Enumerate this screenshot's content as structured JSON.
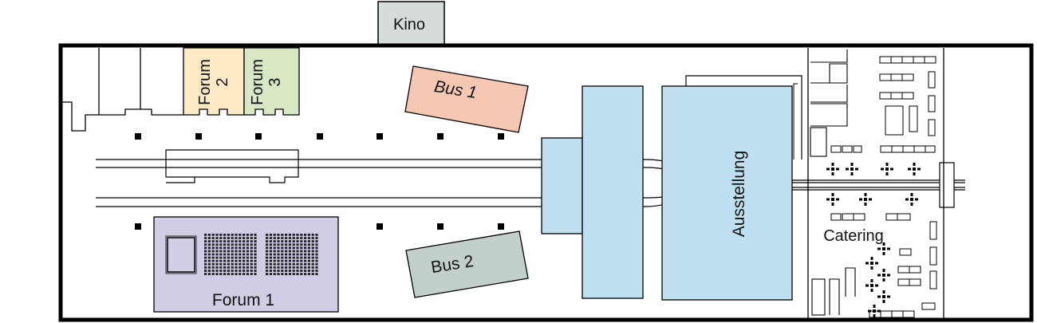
{
  "rooms": {
    "kino": "Kino",
    "forum2_line1": "Forum",
    "forum2_line2": "2",
    "forum3_line1": "Forum",
    "forum3_line2": "3",
    "bus1": "Bus 1",
    "bus2": "Bus 2",
    "forum1": "Forum 1",
    "ausstellung": "Ausstellung",
    "catering": "Catering"
  },
  "colors": {
    "forum2": "#fde9c4",
    "forum3": "#d9e8c4",
    "kino": "#d6dcd9",
    "bus1": "#f6c8b3",
    "bus2": "#c2cfcc",
    "forum1": "#d2cce4",
    "ausstellung": "#bfe0f1",
    "walls": "#000000"
  }
}
